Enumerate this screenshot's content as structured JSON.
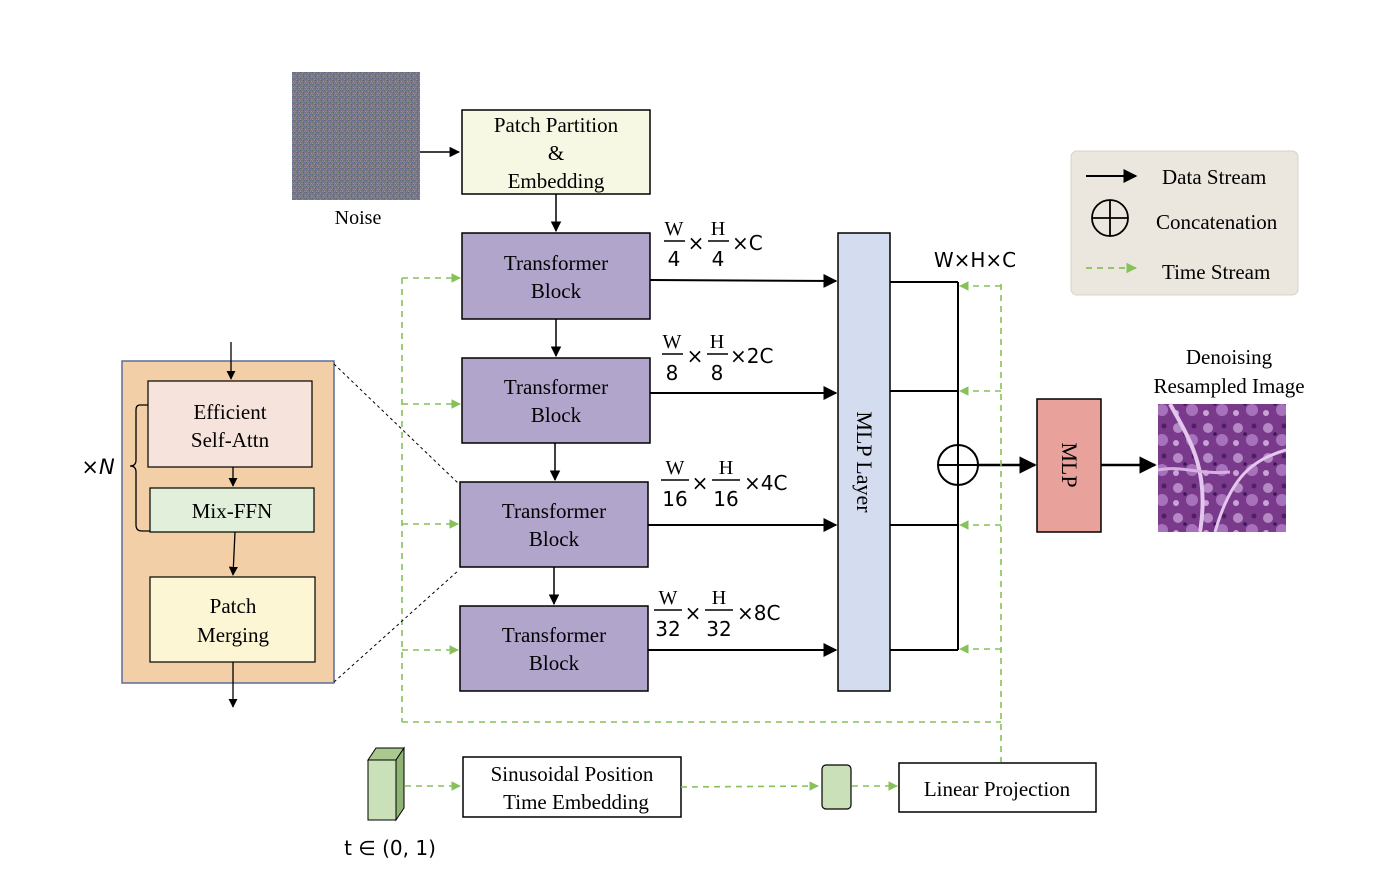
{
  "colors": {
    "transformer": "#b1a5cc",
    "mlp_layer": "#d4dcef",
    "mlp": "#e8a29b",
    "patch_partition": "#f7f8e4",
    "sub_panel": "#f2cfa6",
    "efficient_attn": "#f6e3dc",
    "mix_ffn": "#e1efdb",
    "patch_merging": "#fcf6d4",
    "time_stream": "#86c15a",
    "legend_bg": "#ebe7de",
    "time_box": "#c9e0b9"
  },
  "noise": {
    "label": "Noise"
  },
  "patch_partition": {
    "line1": "Patch Partition",
    "line2": "&",
    "line3": "Embedding"
  },
  "transformer_blocks": [
    {
      "line1": "Transformer",
      "line2": "Block"
    },
    {
      "line1": "Transformer",
      "line2": "Block"
    },
    {
      "line1": "Transformer",
      "line2": "Block"
    },
    {
      "line1": "Transformer",
      "line2": "Block"
    }
  ],
  "dims": [
    {
      "w_num": "W",
      "w_den": "4",
      "h_num": "H",
      "h_den": "4",
      "suffix": "×C"
    },
    {
      "w_num": "W",
      "w_den": "8",
      "h_num": "H",
      "h_den": "8",
      "suffix": "×2C"
    },
    {
      "w_num": "W",
      "w_den": "16",
      "h_num": "H",
      "h_den": "16",
      "suffix": "×4C"
    },
    {
      "w_num": "W",
      "w_den": "32",
      "h_num": "H",
      "h_den": "32",
      "suffix": "×8C"
    }
  ],
  "times": "×",
  "mlp_layer": {
    "label": "MLP Layer"
  },
  "concat_dim": {
    "label": "W×H×C"
  },
  "mlp": {
    "label": "MLP"
  },
  "output": {
    "line1": "Denoising",
    "line2": "Resampled Image"
  },
  "legend": {
    "data_stream": "Data Stream",
    "concatenation": "Concatenation",
    "time_stream": "Time Stream"
  },
  "detail": {
    "repeat": "×N",
    "efficient_attn": {
      "line1": "Efficient",
      "line2": "Self-Attn"
    },
    "mix_ffn": "Mix-FFN",
    "patch_merging": {
      "line1": "Patch",
      "line2": "Merging"
    }
  },
  "time": {
    "input_label": "t ∈ (0,  1)",
    "sinusoidal": {
      "line1": "Sinusoidal Position",
      "line2": "Time Embedding"
    },
    "linear_projection": "Linear Projection"
  }
}
